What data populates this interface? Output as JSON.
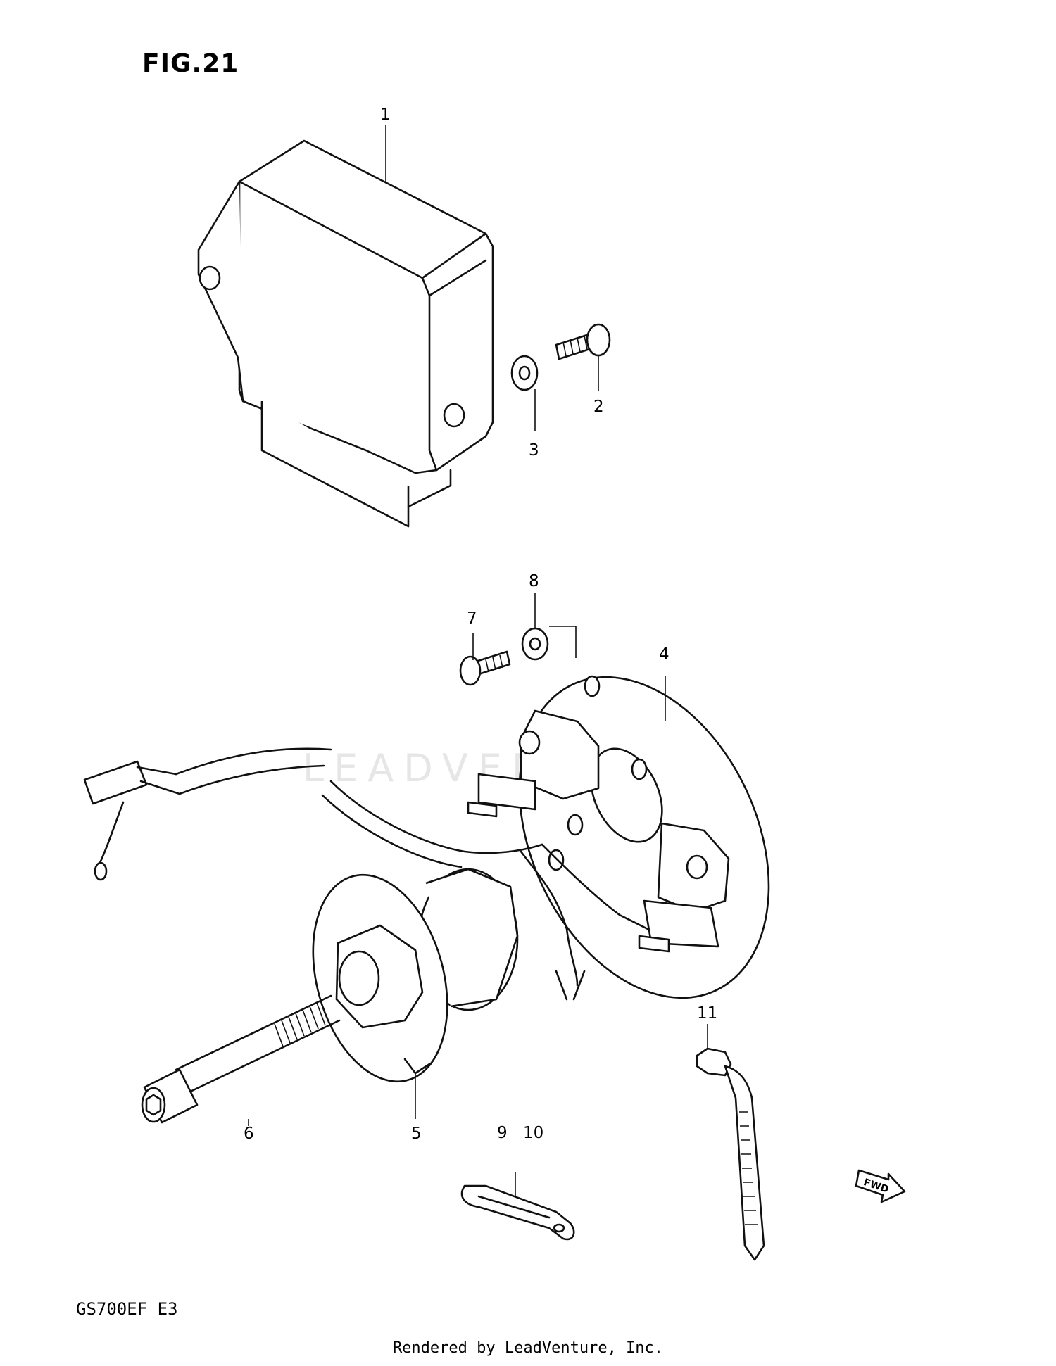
{
  "figure": {
    "title": "FIG.21",
    "model": "GS700EF  E3",
    "footer": "Rendered by LeadVenture, Inc.",
    "watermark": "LEADVENTURE"
  },
  "callouts": [
    "1",
    "2",
    "3",
    "4",
    "5",
    "6",
    "7",
    "8",
    "9",
    "10",
    "11"
  ],
  "fwd_label": "FWD"
}
